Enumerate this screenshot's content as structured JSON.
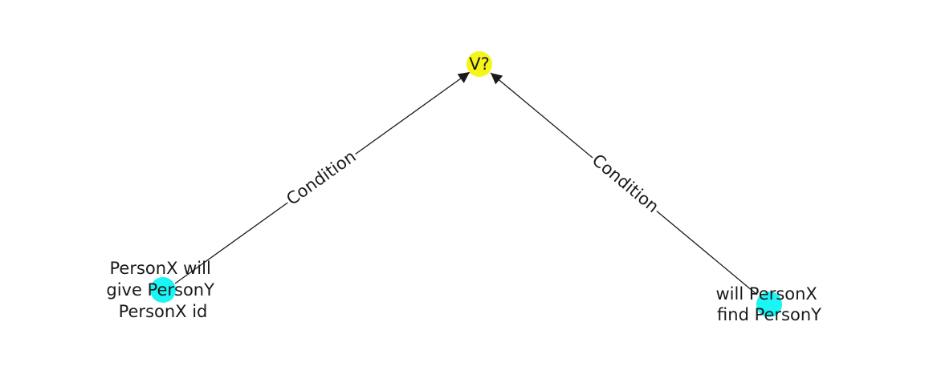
{
  "colors": {
    "target_node": "#f5f51a",
    "source_node": "#1af5f5",
    "edge": "#1a1a1a",
    "label_bg": "#ffffff"
  },
  "nodes": {
    "target": {
      "label": "V?"
    },
    "left": {
      "label_lines": [
        "PersonX will",
        "give PersonY",
        "PersonX id"
      ]
    },
    "right": {
      "label_lines": [
        "will PersonX",
        "find PersonY"
      ]
    }
  },
  "edges": {
    "left": {
      "label": "Condition"
    },
    "right": {
      "label": "Condition"
    }
  }
}
